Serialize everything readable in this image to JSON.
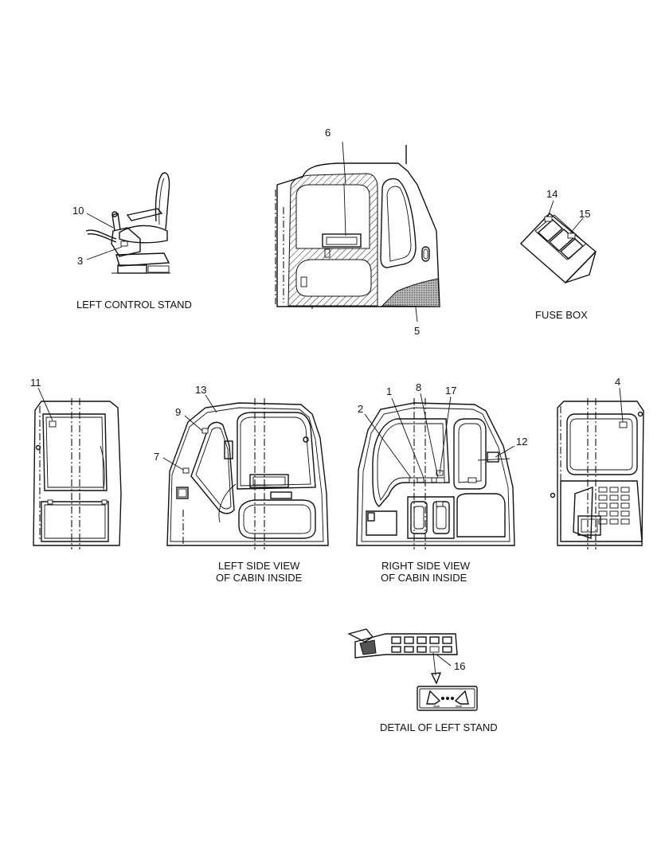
{
  "captions": {
    "left_control_stand": "LEFT CONTROL STAND",
    "fuse_box": "FUSE BOX",
    "left_side_view_1": "LEFT SIDE VIEW",
    "left_side_view_2": "OF CABIN INSIDE",
    "right_side_view_1": "RIGHT SIDE VIEW",
    "right_side_view_2": "OF CABIN INSIDE",
    "detail_left_stand": "DETAIL  OF LEFT STAND"
  },
  "callouts": {
    "c1": "1",
    "c2": "2",
    "c3": "3",
    "c4": "4",
    "c5": "5",
    "c6": "6",
    "c7": "7",
    "c8": "8",
    "c9": "9",
    "c10": "10",
    "c11": "11",
    "c12": "12",
    "c13": "13",
    "c14": "14",
    "c15": "15",
    "c16": "16",
    "c17": "17"
  }
}
